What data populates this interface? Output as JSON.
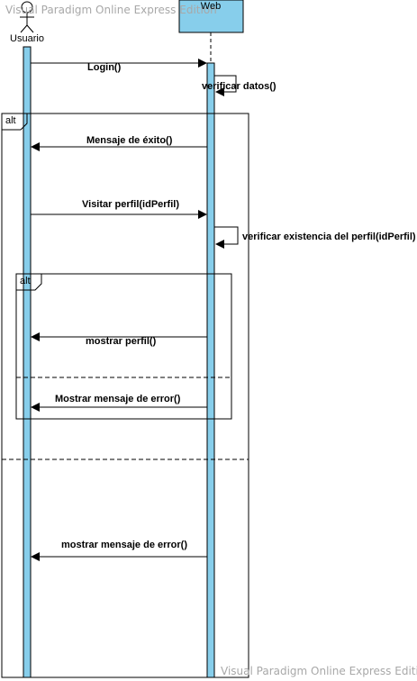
{
  "watermark": {
    "top": "Visual Paradigm Online Express Edition",
    "bottom": "Visual Paradigm Online Express Edition"
  },
  "participants": {
    "actor": "Usuario",
    "web": "Web"
  },
  "frames": {
    "outer": "alt",
    "inner": "alt"
  },
  "messages": [
    {
      "id": "login",
      "label": "Login()"
    },
    {
      "id": "verificar-datos",
      "label": "verificar datos()"
    },
    {
      "id": "mensaje-exito",
      "label": "Mensaje de éxito()"
    },
    {
      "id": "visitar-perfil",
      "label": "Visitar perfil(idPerfil)"
    },
    {
      "id": "verificar-existencia",
      "label": "verificar existencia del perfil(idPerfil)"
    },
    {
      "id": "mostrar-perfil",
      "label": "mostrar perfil()"
    },
    {
      "id": "mostrar-mensaje-error-1",
      "label": "Mostrar mensaje de error()"
    },
    {
      "id": "mostrar-mensaje-error-2",
      "label": "mostrar mensaje de error()"
    }
  ],
  "colors": {
    "lifeline_bar": "#87ceeb",
    "web_box": "#87ceeb",
    "line": "#000000",
    "watermark": "#a8a8a8"
  }
}
